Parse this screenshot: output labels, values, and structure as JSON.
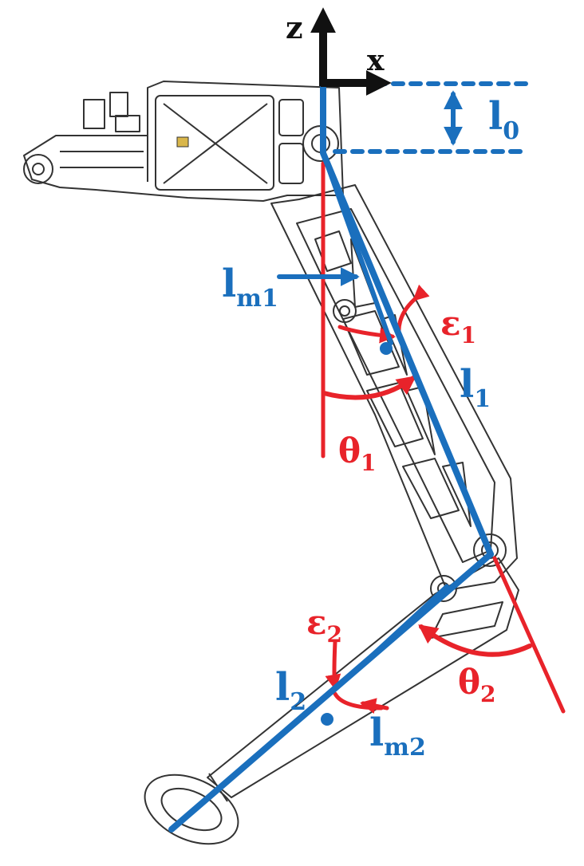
{
  "axes": {
    "z_label": "z",
    "x_label": "x"
  },
  "labels": {
    "l0": {
      "base": "l",
      "sub": "0"
    },
    "lm1": {
      "base": "l",
      "sub": "m1"
    },
    "l1": {
      "base": "l",
      "sub": "1"
    },
    "l2": {
      "base": "l",
      "sub": "2"
    },
    "lm2": {
      "base": "l",
      "sub": "m2"
    },
    "eps1": {
      "base": "ε",
      "sub": "1"
    },
    "eps2": {
      "base": "ε",
      "sub": "2"
    },
    "theta1": {
      "base": "θ",
      "sub": "1"
    },
    "theta2": {
      "base": "θ",
      "sub": "2"
    }
  },
  "colors": {
    "blue": "#1a6fbd",
    "red": "#e8232a",
    "black": "#111111",
    "outline": "#333333"
  }
}
